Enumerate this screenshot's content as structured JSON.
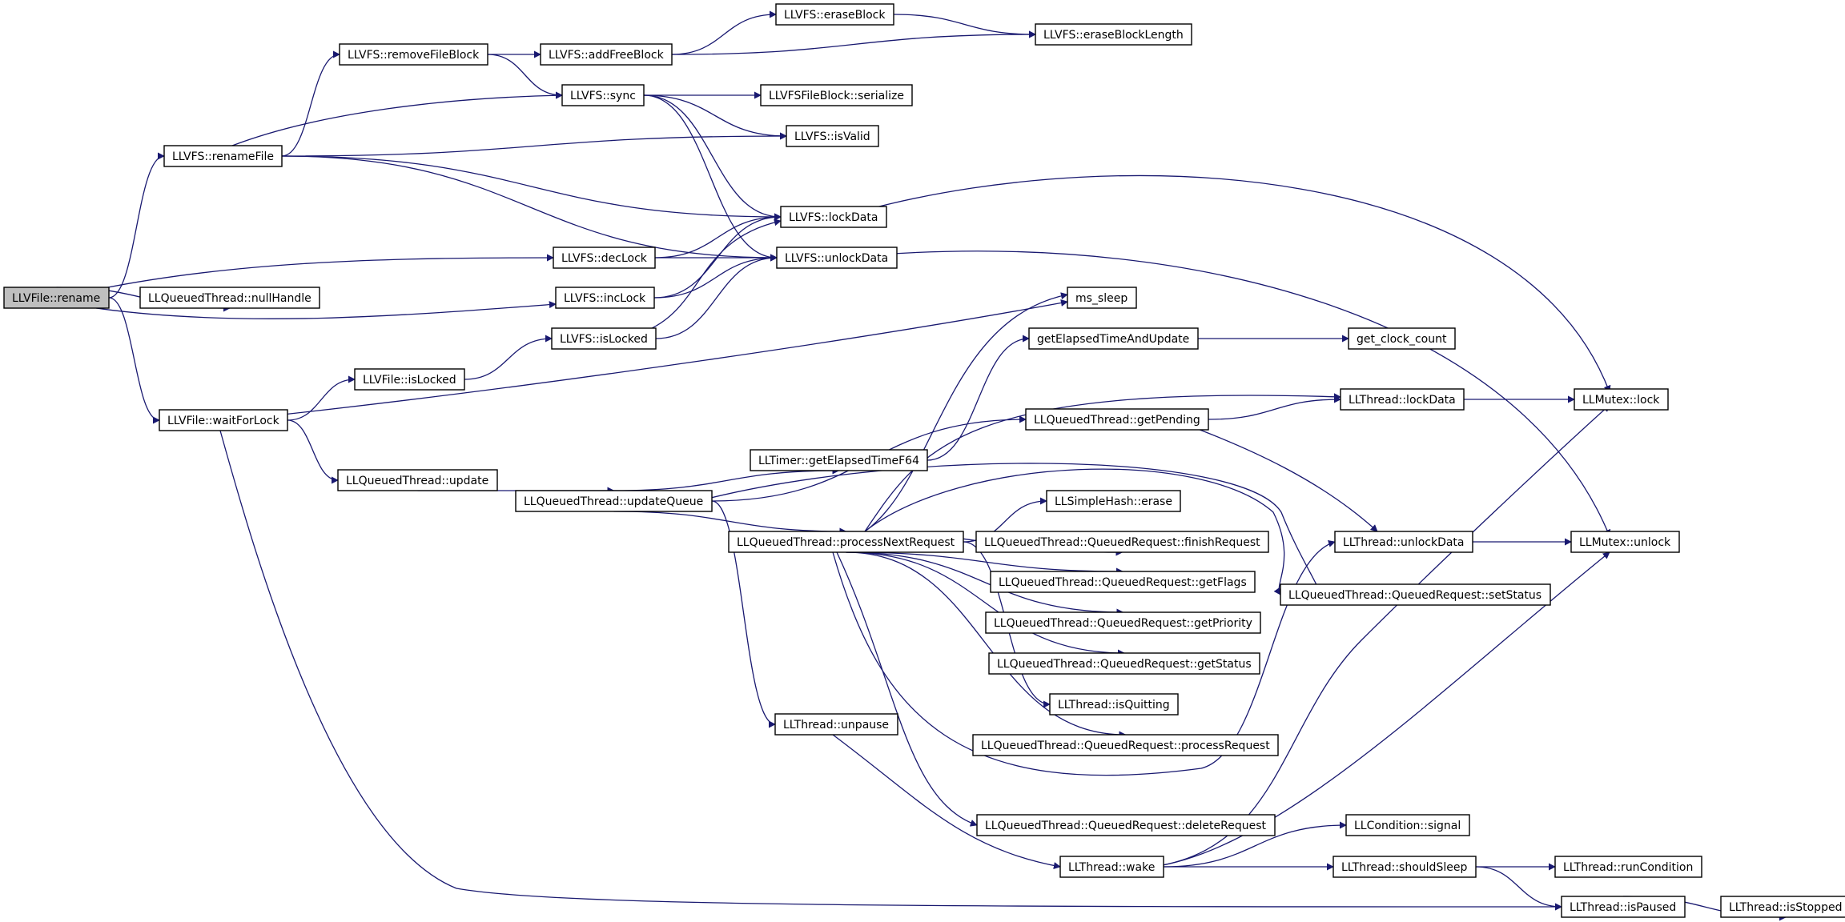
{
  "graph": {
    "edge_color": "#191970",
    "root_fill": "#bfbfbf",
    "nodes": [
      {
        "id": "rename",
        "label": "LLVFile::rename",
        "root": true
      },
      {
        "id": "renameFile",
        "label": "LLVFS::renameFile"
      },
      {
        "id": "nullHandle",
        "label": "LLQueuedThread::nullHandle"
      },
      {
        "id": "waitForLock",
        "label": "LLVFile::waitForLock"
      },
      {
        "id": "removeFileBlock",
        "label": "LLVFS::removeFileBlock"
      },
      {
        "id": "addFreeBlock",
        "label": "LLVFS::addFreeBlock"
      },
      {
        "id": "eraseBlock",
        "label": "LLVFS::eraseBlock"
      },
      {
        "id": "eraseBlockLength",
        "label": "LLVFS::eraseBlockLength"
      },
      {
        "id": "sync",
        "label": "LLVFS::sync"
      },
      {
        "id": "serialize",
        "label": "LLVFSFileBlock::serialize"
      },
      {
        "id": "isValid",
        "label": "LLVFS::isValid"
      },
      {
        "id": "vfsLockData",
        "label": "LLVFS::lockData"
      },
      {
        "id": "decLock",
        "label": "LLVFS::decLock"
      },
      {
        "id": "vfsUnlockData",
        "label": "LLVFS::unlockData"
      },
      {
        "id": "incLock",
        "label": "LLVFS::incLock"
      },
      {
        "id": "msSleep",
        "label": "ms_sleep"
      },
      {
        "id": "vfsIsLocked",
        "label": "LLVFS::isLocked"
      },
      {
        "id": "fileIsLocked",
        "label": "LLVFile::isLocked"
      },
      {
        "id": "getElapsedTimeAndUpdate",
        "label": "getElapsedTimeAndUpdate"
      },
      {
        "id": "getClockCount",
        "label": "get_clock_count"
      },
      {
        "id": "qtUpdate",
        "label": "LLQueuedThread::update"
      },
      {
        "id": "updateQueue",
        "label": "LLQueuedThread::updateQueue"
      },
      {
        "id": "getElapsedTimeF64",
        "label": "LLTimer::getElapsedTimeF64"
      },
      {
        "id": "thrLockData",
        "label": "LLThread::lockData"
      },
      {
        "id": "getPending",
        "label": "LLQueuedThread::getPending"
      },
      {
        "id": "mutexLock",
        "label": "LLMutex::lock"
      },
      {
        "id": "hashErase",
        "label": "LLSimpleHash::erase"
      },
      {
        "id": "processNextRequest",
        "label": "LLQueuedThread::processNextRequest"
      },
      {
        "id": "finishRequest",
        "label": "LLQueuedThread::QueuedRequest::finishRequest"
      },
      {
        "id": "thrUnlockData",
        "label": "LLThread::unlockData"
      },
      {
        "id": "mutexUnlock",
        "label": "LLMutex::unlock"
      },
      {
        "id": "getFlags",
        "label": "LLQueuedThread::QueuedRequest::getFlags"
      },
      {
        "id": "setStatus",
        "label": "LLQueuedThread::QueuedRequest::setStatus"
      },
      {
        "id": "getPriority",
        "label": "LLQueuedThread::QueuedRequest::getPriority"
      },
      {
        "id": "getStatus",
        "label": "LLQueuedThread::QueuedRequest::getStatus"
      },
      {
        "id": "isQuitting",
        "label": "LLThread::isQuitting"
      },
      {
        "id": "unpause",
        "label": "LLThread::unpause"
      },
      {
        "id": "processRequest",
        "label": "LLQueuedThread::QueuedRequest::processRequest"
      },
      {
        "id": "deleteRequest",
        "label": "LLQueuedThread::QueuedRequest::deleteRequest"
      },
      {
        "id": "signal",
        "label": "LLCondition::signal"
      },
      {
        "id": "wake",
        "label": "LLThread::wake"
      },
      {
        "id": "shouldSleep",
        "label": "LLThread::shouldSleep"
      },
      {
        "id": "runCondition",
        "label": "LLThread::runCondition"
      },
      {
        "id": "isPaused",
        "label": "LLThread::isPaused"
      },
      {
        "id": "isStopped",
        "label": "LLThread::isStopped"
      }
    ],
    "edges": [
      [
        "rename",
        "renameFile"
      ],
      [
        "rename",
        "decLock"
      ],
      [
        "rename",
        "nullHandle"
      ],
      [
        "rename",
        "incLock"
      ],
      [
        "rename",
        "waitForLock"
      ],
      [
        "renameFile",
        "removeFileBlock"
      ],
      [
        "renameFile",
        "sync"
      ],
      [
        "renameFile",
        "isValid"
      ],
      [
        "renameFile",
        "vfsLockData"
      ],
      [
        "renameFile",
        "vfsUnlockData"
      ],
      [
        "removeFileBlock",
        "addFreeBlock"
      ],
      [
        "removeFileBlock",
        "sync"
      ],
      [
        "addFreeBlock",
        "eraseBlock"
      ],
      [
        "addFreeBlock",
        "eraseBlockLength"
      ],
      [
        "eraseBlock",
        "eraseBlockLength"
      ],
      [
        "sync",
        "serialize"
      ],
      [
        "sync",
        "isValid"
      ],
      [
        "sync",
        "vfsLockData"
      ],
      [
        "sync",
        "vfsUnlockData"
      ],
      [
        "decLock",
        "vfsLockData"
      ],
      [
        "decLock",
        "vfsUnlockData"
      ],
      [
        "incLock",
        "vfsLockData"
      ],
      [
        "incLock",
        "vfsUnlockData"
      ],
      [
        "vfsIsLocked",
        "vfsLockData"
      ],
      [
        "vfsIsLocked",
        "vfsUnlockData"
      ],
      [
        "vfsLockData",
        "mutexLock"
      ],
      [
        "vfsUnlockData",
        "mutexUnlock"
      ],
      [
        "waitForLock",
        "fileIsLocked"
      ],
      [
        "waitForLock",
        "msSleep"
      ],
      [
        "waitForLock",
        "qtUpdate"
      ],
      [
        "waitForLock",
        "isPaused"
      ],
      [
        "fileIsLocked",
        "vfsIsLocked"
      ],
      [
        "qtUpdate",
        "updateQueue"
      ],
      [
        "updateQueue",
        "getElapsedTimeF64"
      ],
      [
        "updateQueue",
        "getPending"
      ],
      [
        "updateQueue",
        "processNextRequest"
      ],
      [
        "updateQueue",
        "unpause"
      ],
      [
        "updateQueue",
        "setStatus"
      ],
      [
        "getElapsedTimeF64",
        "getElapsedTimeAndUpdate"
      ],
      [
        "getElapsedTimeAndUpdate",
        "getClockCount"
      ],
      [
        "getPending",
        "thrLockData"
      ],
      [
        "getPending",
        "thrUnlockData"
      ],
      [
        "thrLockData",
        "mutexLock"
      ],
      [
        "thrUnlockData",
        "mutexUnlock"
      ],
      [
        "processNextRequest",
        "msSleep"
      ],
      [
        "processNextRequest",
        "thrLockData"
      ],
      [
        "processNextRequest",
        "hashErase"
      ],
      [
        "processNextRequest",
        "finishRequest"
      ],
      [
        "processNextRequest",
        "getFlags"
      ],
      [
        "processNextRequest",
        "getPriority"
      ],
      [
        "processNextRequest",
        "getStatus"
      ],
      [
        "processNextRequest",
        "isQuitting"
      ],
      [
        "processNextRequest",
        "processRequest"
      ],
      [
        "processNextRequest",
        "deleteRequest"
      ],
      [
        "processNextRequest",
        "thrUnlockData"
      ],
      [
        "processNextRequest",
        "setStatus"
      ],
      [
        "unpause",
        "wake"
      ],
      [
        "wake",
        "mutexLock"
      ],
      [
        "wake",
        "signal"
      ],
      [
        "wake",
        "shouldSleep"
      ],
      [
        "wake",
        "mutexUnlock"
      ],
      [
        "shouldSleep",
        "runCondition"
      ],
      [
        "shouldSleep",
        "isPaused"
      ],
      [
        "isPaused",
        "isStopped"
      ]
    ]
  }
}
